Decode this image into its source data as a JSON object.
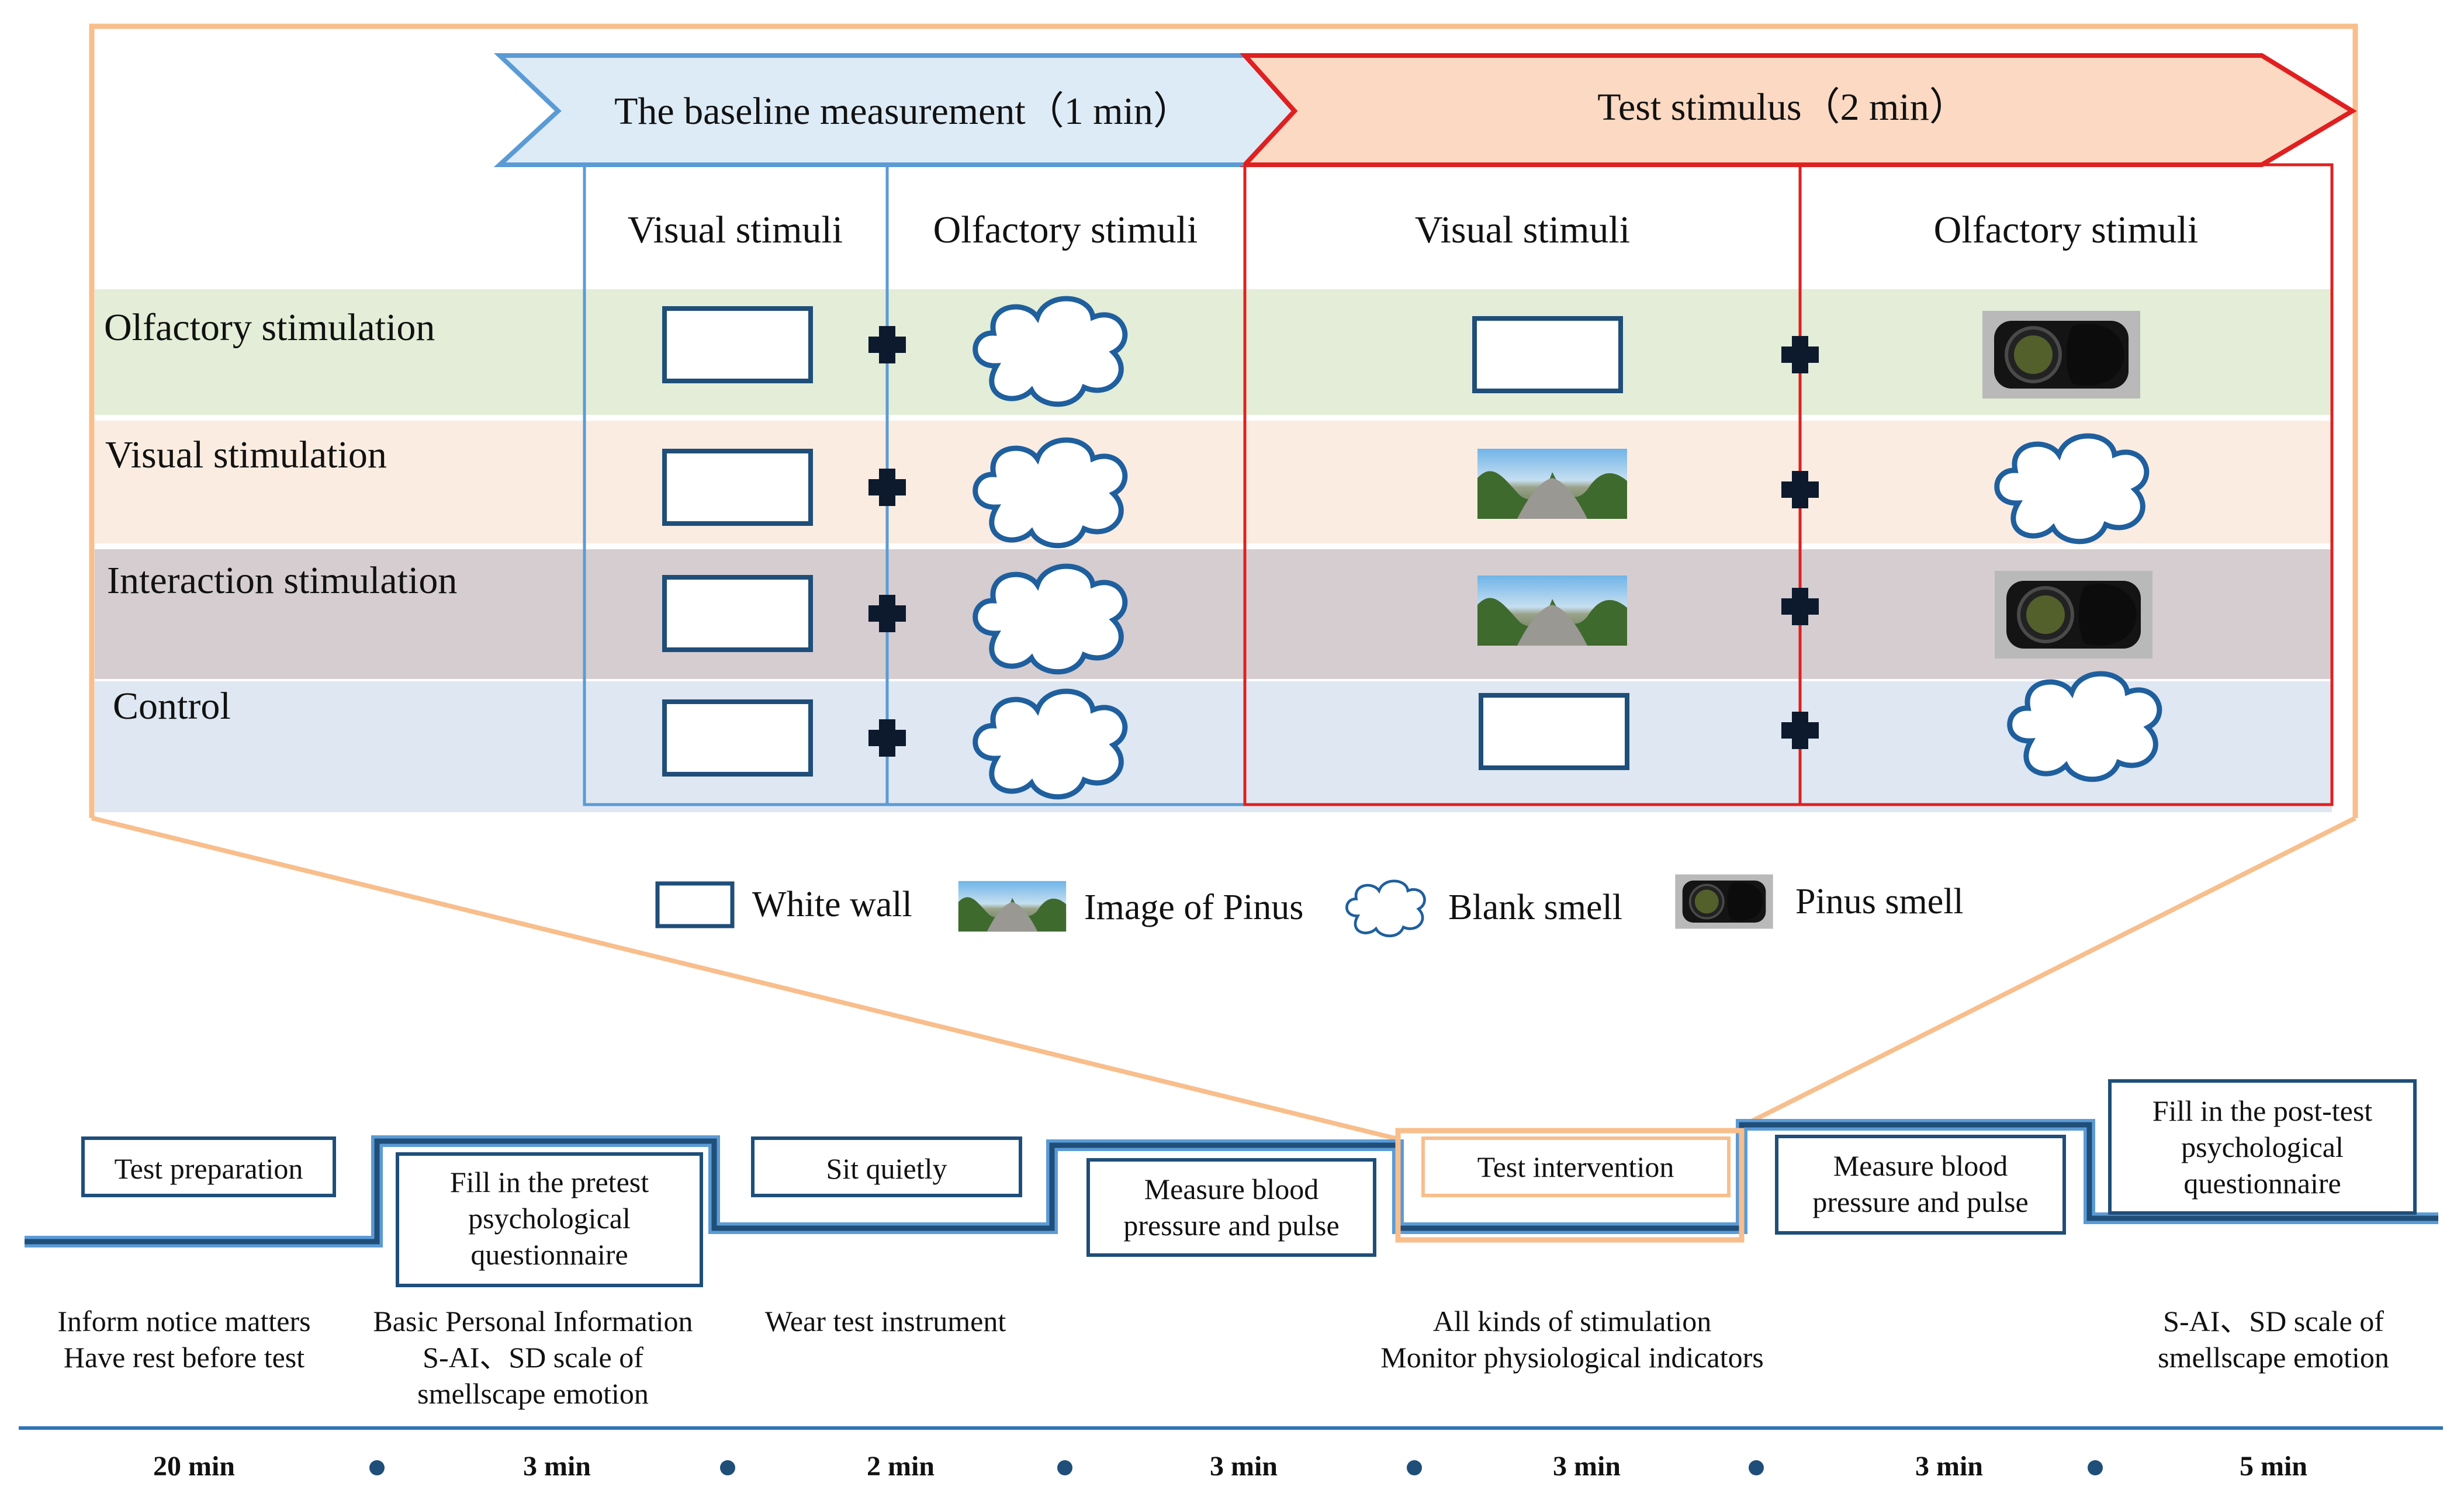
{
  "header": {
    "baseline": "The baseline measurement（1 min）",
    "test": "Test stimulus（2 min）"
  },
  "columns": {
    "baseline_visual": "Visual stimuli",
    "baseline_olfactory": "Olfactory stimuli",
    "test_visual": "Visual stimuli",
    "test_olfactory": "Olfactory stimuli"
  },
  "rows": [
    {
      "label": "Olfactory stimulation",
      "color": "#e3edd7",
      "test_visual": "white-wall",
      "test_olfactory": "pinus-smell"
    },
    {
      "label": "Visual stimulation",
      "color": "#fbece1",
      "test_visual": "image-of-pinus",
      "test_olfactory": "blank-smell"
    },
    {
      "label": "Interaction stimulation",
      "color": "#d5cdd0",
      "test_visual": "image-of-pinus",
      "test_olfactory": "pinus-smell"
    },
    {
      "label": "Control",
      "color": "#dee7f2",
      "test_visual": "white-wall",
      "test_olfactory": "blank-smell"
    }
  ],
  "legend": {
    "white_wall": "White wall",
    "image_pinus": "Image of  Pinus",
    "blank_smell": "Blank smell",
    "pinus_smell": "Pinus smell"
  },
  "steps": [
    {
      "label": [
        "Test preparation"
      ]
    },
    {
      "label": [
        "Fill in the pretest",
        "psychological",
        "questionnaire"
      ]
    },
    {
      "label": [
        "Sit quietly"
      ]
    },
    {
      "label": [
        "Measure blood",
        "pressure and pulse"
      ]
    },
    {
      "label": [
        "Test intervention"
      ]
    },
    {
      "label": [
        "Measure blood",
        "pressure and pulse"
      ]
    },
    {
      "label": [
        "Fill in the post-test",
        "psychological",
        "questionnaire"
      ]
    }
  ],
  "notes": [
    [
      "Inform notice matters",
      "Have rest before test"
    ],
    [
      "Basic Personal Information",
      "S-AI、SD scale of",
      "smellscape emotion"
    ],
    [
      "Wear test instrument"
    ],
    [
      "All kinds of stimulation",
      "Monitor physiological indicators"
    ],
    [
      "S-AI、SD scale of",
      "smellscape emotion"
    ]
  ],
  "durations": [
    "20 min",
    "3 min",
    "2 min",
    "3 min",
    "3 min",
    "3 min",
    "5 min"
  ],
  "colors": {
    "blue": "#2e75b6",
    "dark_blue": "#1f4e79",
    "light_blue": "#5b9bd5",
    "red": "#e02020",
    "orange": "#f8be8c",
    "baseline_fill": "#ddebf7",
    "test_fill": "#fbd9c2"
  }
}
